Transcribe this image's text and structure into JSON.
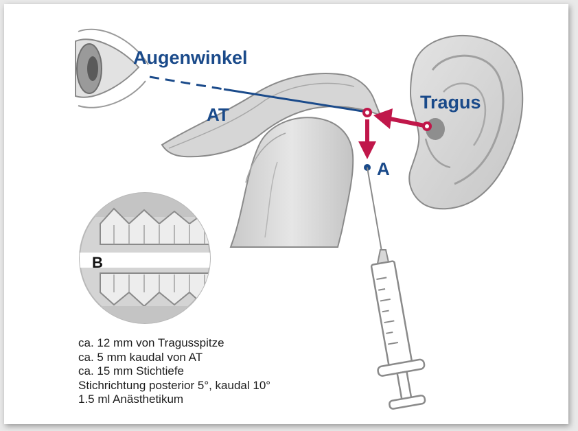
{
  "labels": {
    "eye_corner": "Augenwinkel",
    "at": "AT",
    "tragus": "Tragus",
    "point_a": "A",
    "inset_b": "B"
  },
  "notes": [
    "ca. 12 mm von Tragusspitze",
    "ca. 5 mm kaudal von AT",
    "ca. 15 mm Stichtiefe",
    "Stichrichtung posterior 5°, kaudal 10°",
    "1.5 ml Anästhetikum"
  ],
  "colors": {
    "line_blue": "#1a4a8a",
    "arrow_red": "#c0174a",
    "bone_gray": "#cfcfcf",
    "outline_gray": "#8a8a8a"
  },
  "icons": {
    "eye": "eye-icon",
    "ear": "ear-icon",
    "syringe": "syringe-icon",
    "teeth_inset": "teeth-inset-icon"
  }
}
